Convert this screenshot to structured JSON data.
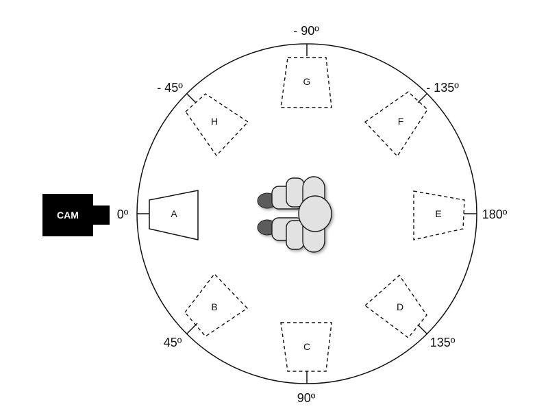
{
  "camera": {
    "label": "CAM"
  },
  "angle_labels": {
    "a0": "0º",
    "a45": "45º",
    "a90": "90º",
    "a135": "135º",
    "a180": "180º",
    "am135": "- 135º",
    "am90": "- 90º",
    "am45": "- 45º"
  },
  "positions": {
    "A": "A",
    "B": "B",
    "C": "C",
    "D": "D",
    "E": "E",
    "F": "F",
    "G": "G",
    "H": "H"
  }
}
